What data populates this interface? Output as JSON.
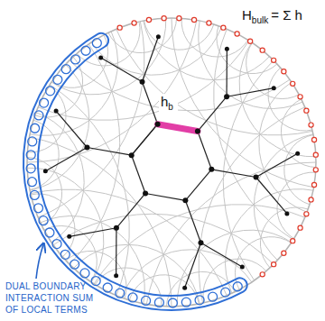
{
  "diagram": {
    "labels": [
      "H",
      "bulk",
      "= Σ h",
      "h",
      "b",
      "DUAL BOUNDARY INTERACTION SUM OF LOCAL TERMS"
    ]
  }
}
